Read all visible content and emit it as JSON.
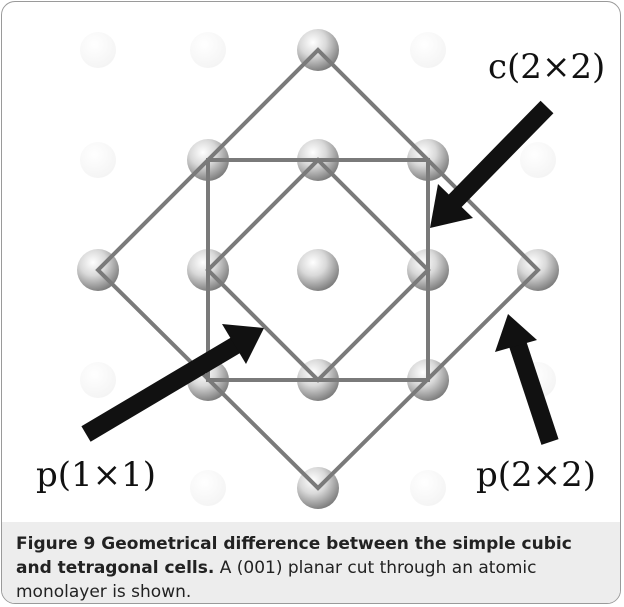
{
  "figure": {
    "labels": {
      "c2x2": "c(2×2)",
      "p1x1": "p(1×1)",
      "p2x2": "p(2×2)"
    },
    "colors": {
      "line": "#7a7a7a",
      "arrow": "#111111",
      "atom_light": "#ffffff",
      "atom_dark": "#8c8c8c",
      "ghost_atom": "#e6e6e6"
    }
  },
  "caption": {
    "title": "Figure 9 Geometrical difference between the simple cubic and tetragonal cells.",
    "text": " A (001) planar cut through an atomic monolayer is shown."
  }
}
